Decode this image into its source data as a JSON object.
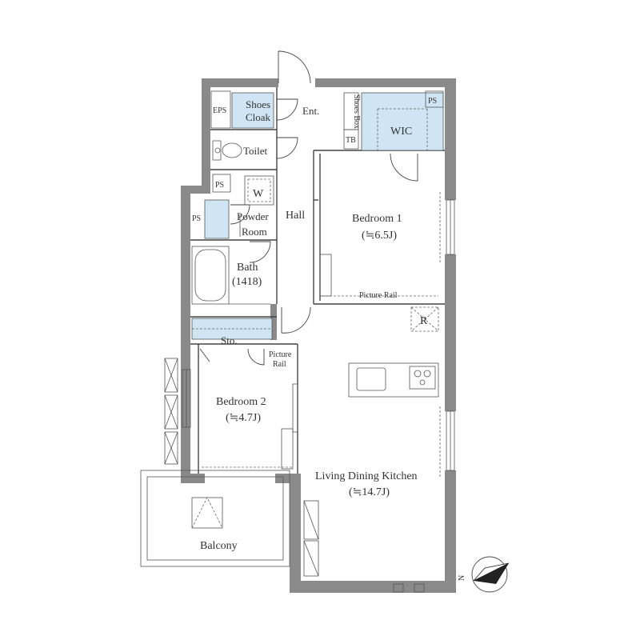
{
  "rooms": {
    "eps": "EPS",
    "shoes_cloak_1": "Shoes",
    "shoes_cloak_2": "Cloak",
    "ent": "Ent.",
    "shoes_box": "Shoes Box",
    "tb": "TB",
    "wic": "WIC",
    "ps_top": "PS",
    "toilet": "Toilet",
    "ps_mid": "PS",
    "w": "W",
    "ps_left": "PS",
    "powder_1": "Powder",
    "powder_2": "Room",
    "hall": "Hall",
    "bedroom1_name": "Bedroom 1",
    "bedroom1_size": "(≒6.5J)",
    "bath_name": "Bath",
    "bath_size": "(1418)",
    "picture_rail_1": "Picture Rail",
    "r": "R",
    "sto": "Sto.",
    "picture_rail_2a": "Picture",
    "picture_rail_2b": "Rail",
    "bedroom2_name": "Bedroom 2",
    "bedroom2_size": "(≒4.7J)",
    "ldk_name": "Living Dining Kitchen",
    "ldk_size": "(≒14.7J)",
    "balcony": "Balcony",
    "north": "N"
  },
  "colors": {
    "wall": "#8a8a8a",
    "storage": "#cfe5f3",
    "line": "#444444"
  }
}
